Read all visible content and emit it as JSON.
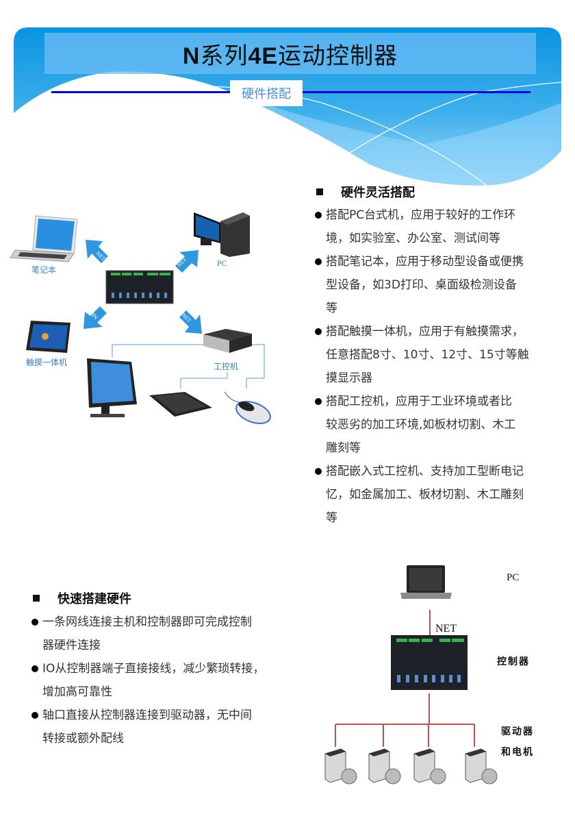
{
  "header": {
    "title_prefix": "N",
    "title_mid": "系列",
    "title_bold2": "4E",
    "title_suffix": "运动控制器",
    "subtitle": "硬件搭配",
    "colors": {
      "banner_top": "#0a94e0",
      "banner_bottom": "#a8dcfb",
      "rule": "#0000e6",
      "title_box": "#5ab3f0"
    }
  },
  "section1": {
    "heading": "硬件灵活搭配",
    "bullets": [
      {
        "lines": [
          "搭配PC台式机，应用于较好的工作环",
          "境，如实验室、办公室、测试间等"
        ]
      },
      {
        "lines": [
          "搭配笔记本，应用于移动型设备或便携",
          "型设备，如3D打印、桌面级检测设备",
          "等"
        ]
      },
      {
        "lines": [
          "搭配触摸一体机，应用于有触摸需求，",
          "任意搭配8寸、10寸、12寸、15寸等触",
          "摸显示器"
        ]
      },
      {
        "lines": [
          " 搭配工控机，应用于工业环境或者比",
          "较恶劣的加工环境,如板材切割、木工",
          "雕刻等"
        ]
      },
      {
        "lines": [
          "搭配嵌入式工控机、支持加工型断电记",
          "忆，如金属加工、板材切割、木工雕刻",
          "等"
        ]
      }
    ]
  },
  "diagram1": {
    "labels": {
      "laptop": "笔记本",
      "pc": "PC",
      "touch": "触摸一体机",
      "ipc": "工控机"
    },
    "arrow_label": "NET",
    "arrow_color": "#2f97e0"
  },
  "section2": {
    "heading": "快速搭建硬件",
    "bullets": [
      {
        "lines": [
          " 一条网线连接主机和控制器即可完成控制",
          "器硬件连接"
        ]
      },
      {
        "lines": [
          " IO从控制器端子直接接线，减少繁琐转接，",
          "增加高可靠性"
        ]
      },
      {
        "lines": [
          " 轴口直接从控制器连接到驱动器，无中间",
          "转接或额外配线"
        ]
      }
    ]
  },
  "diagram2": {
    "pc_label": "PC",
    "net_label": "NET",
    "controller_label": "控制器",
    "drives_label_1": "驱动器",
    "drives_label_2": "和电机",
    "line_color": "#c0504d"
  }
}
